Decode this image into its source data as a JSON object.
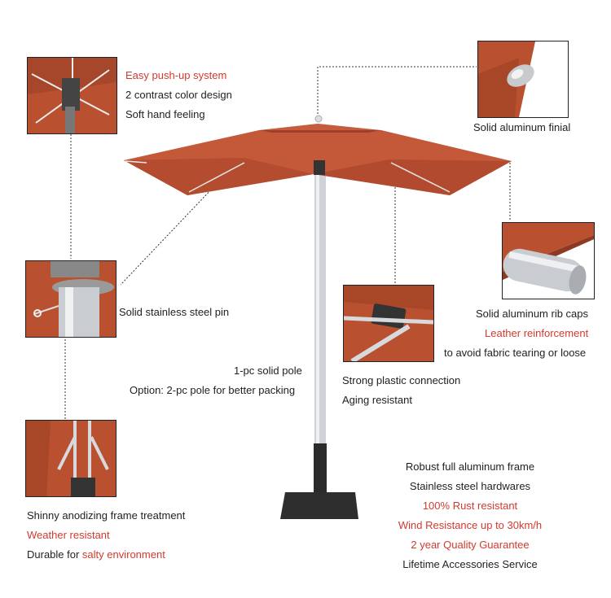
{
  "callouts": {
    "pushup": {
      "lines": [
        "Easy push-up system",
        "2 contrast color design",
        "Soft hand feeling"
      ]
    },
    "finial": {
      "caption": "Solid aluminum finial"
    },
    "pin": {
      "caption": "Solid stainless steel pin"
    },
    "ribcaps": {
      "lines": [
        "Solid aluminum rib caps",
        "Leather reinforcement",
        "to avoid fabric tearing or loose"
      ]
    },
    "connection": {
      "lines": [
        "Strong plastic connection",
        "Aging resistant"
      ]
    },
    "pole": {
      "lines": [
        "1-pc solid pole",
        "Option: 2-pc pole for better packing"
      ]
    },
    "frame": {
      "line1": "Shinny anodizing frame treatment",
      "line2": "Weather resistant",
      "line3_prefix": "Durable for ",
      "line3_highlight": "salty environment"
    },
    "features": {
      "lines": [
        "Robust full aluminum frame",
        "Stainless steel hardwares",
        "100% Rust resistant",
        "Wind Resistance up to 30km/h",
        "2 year Quality Guarantee",
        "Lifetime Accessories Service"
      ]
    }
  },
  "colors": {
    "canopy": "#c4593a",
    "canopy_dark": "#9e4029",
    "pole": "#c9ccd0",
    "base": "#2b2b2b",
    "highlight_text": "#d23a2f"
  }
}
